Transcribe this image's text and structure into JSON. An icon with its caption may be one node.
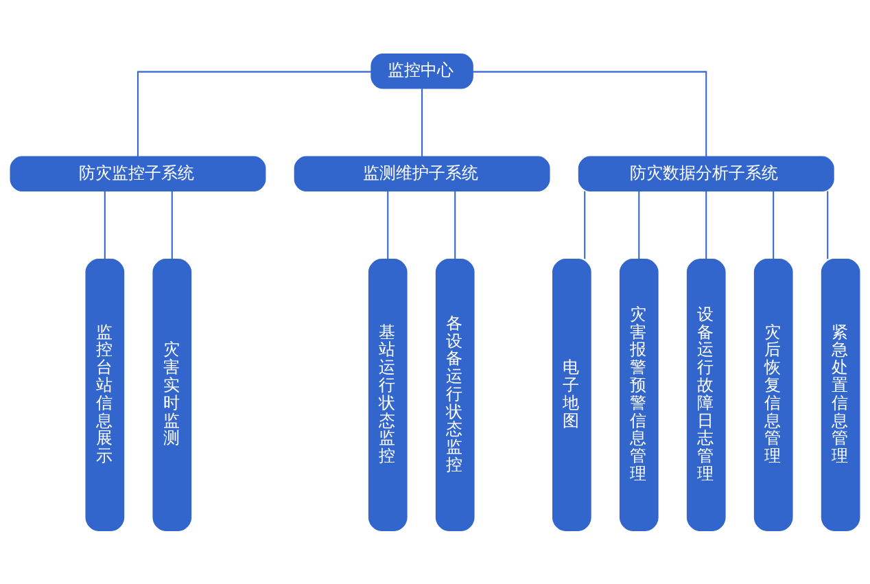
{
  "diagram": {
    "nodes": [
      {
        "text": [
          "监控中心"
        ]
      },
      {
        "text": [
          "防灾监控子系统"
        ]
      },
      {
        "text": [
          "监测维护子系统"
        ]
      },
      {
        "text": [
          "防灾数据分析子系统"
        ]
      },
      {
        "text": [
          "监控台站信息展示"
        ]
      },
      {
        "text": [
          "灾害实时监测"
        ]
      },
      {
        "text": [
          "基站运行状态监控"
        ]
      },
      {
        "text": [
          "各设备运行状态监控"
        ]
      },
      {
        "text": [
          "电子地图"
        ]
      },
      {
        "text": [
          "灾害报警预警信息管理"
        ]
      },
      {
        "text": [
          "设备运行故障日志管理"
        ]
      },
      {
        "text": [
          "灾后恢复信息管理"
        ]
      },
      {
        "text": [
          "紧急处置信息管理"
        ]
      }
    ],
    "edges": [
      {
        "from": 0,
        "to": 1,
        "arrow": "none"
      },
      {
        "from": 0,
        "to": 2,
        "arrow": "none"
      },
      {
        "from": 0,
        "to": 3,
        "arrow": "none"
      },
      {
        "from": 1,
        "to": 4,
        "arrow": "none"
      },
      {
        "from": 1,
        "to": 5,
        "arrow": "none"
      },
      {
        "from": 2,
        "to": 6,
        "arrow": "none"
      },
      {
        "from": 2,
        "to": 7,
        "arrow": "none"
      },
      {
        "from": 3,
        "to": 8,
        "arrow": "none"
      },
      {
        "from": 3,
        "to": 9,
        "arrow": "none"
      },
      {
        "from": 3,
        "to": 10,
        "arrow": "none"
      },
      {
        "from": 3,
        "to": 11,
        "arrow": "none"
      },
      {
        "from": 3,
        "to": 12,
        "arrow": "none"
      }
    ]
  }
}
